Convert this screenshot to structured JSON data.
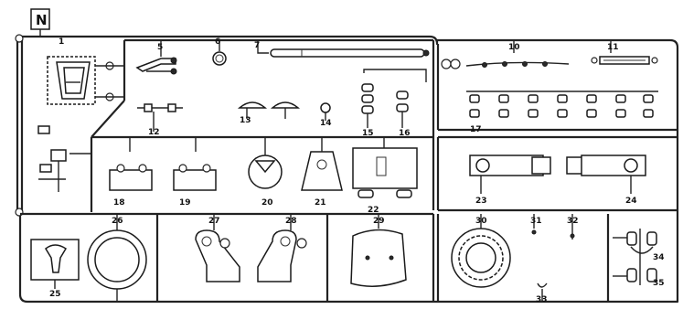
{
  "sprue": {
    "letter": "N",
    "part_numbers": {
      "p1": "1",
      "p5": "5",
      "p6": "6",
      "p7": "7",
      "p10": "10",
      "p11": "11",
      "p12": "12",
      "p13": "13",
      "p14": "14",
      "p15": "15",
      "p16": "16",
      "p17": "17",
      "p18": "18",
      "p19": "19",
      "p20": "20",
      "p21": "21",
      "p22": "22",
      "p23": "23",
      "p24": "24",
      "p25": "25",
      "p26": "26",
      "p27": "27",
      "p28": "28",
      "p29": "29",
      "p30": "30",
      "p31": "31",
      "p32": "32",
      "p33": "33",
      "p34": "34",
      "p35": "35"
    }
  }
}
